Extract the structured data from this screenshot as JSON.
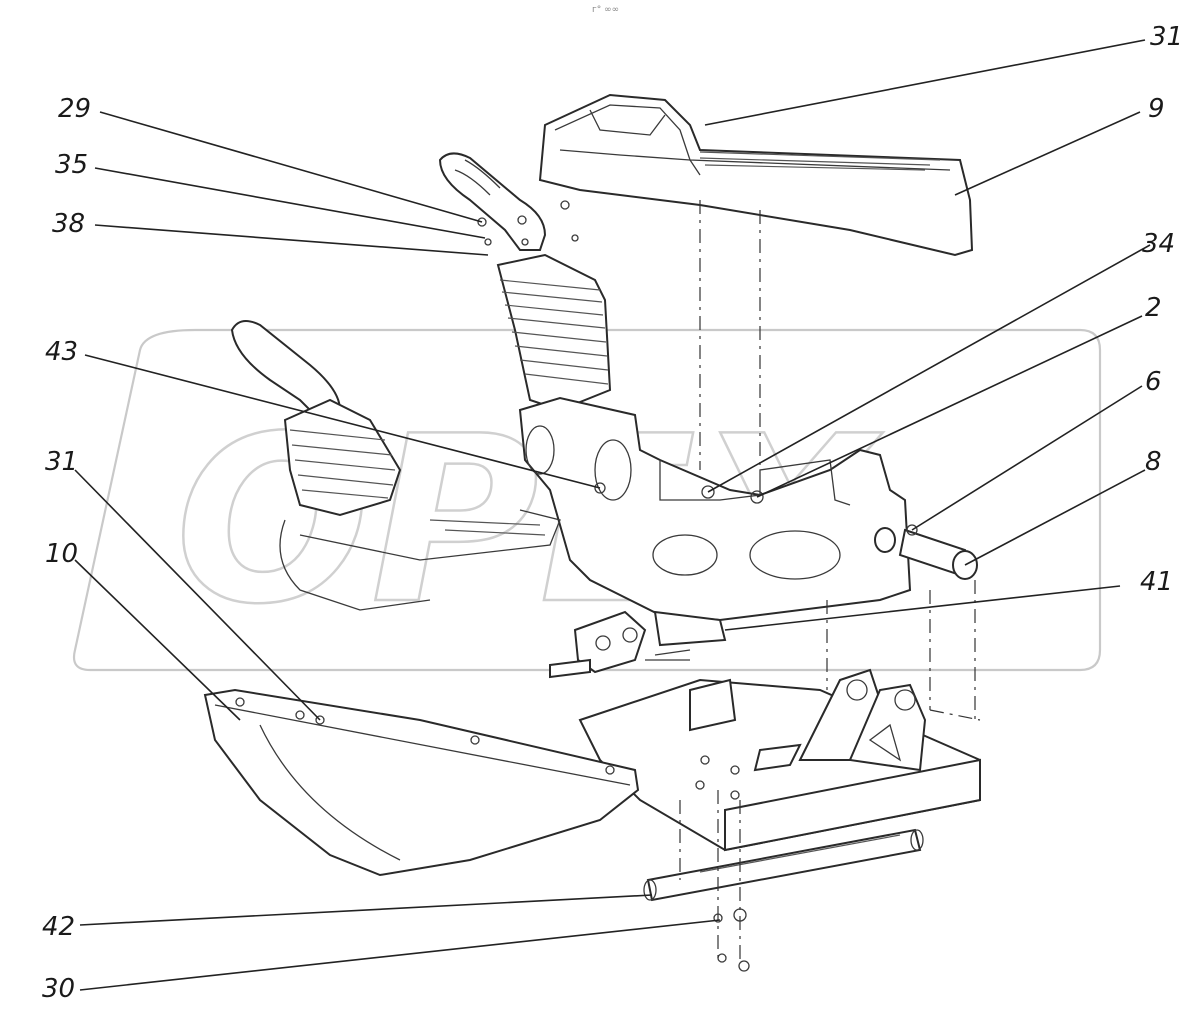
{
  "header_mark": "г° ∞∞",
  "watermark": "ОРЕХ",
  "callouts": [
    {
      "id": "31a",
      "label": "31"
    },
    {
      "id": "9",
      "label": "9"
    },
    {
      "id": "29",
      "label": "29"
    },
    {
      "id": "35",
      "label": "35"
    },
    {
      "id": "38",
      "label": "38"
    },
    {
      "id": "34",
      "label": "34"
    },
    {
      "id": "2",
      "label": "2"
    },
    {
      "id": "43",
      "label": "43"
    },
    {
      "id": "6",
      "label": "6"
    },
    {
      "id": "31b",
      "label": "31"
    },
    {
      "id": "8",
      "label": "8"
    },
    {
      "id": "41",
      "label": "41"
    },
    {
      "id": "10",
      "label": "10"
    },
    {
      "id": "42",
      "label": "42"
    },
    {
      "id": "30",
      "label": "30"
    }
  ]
}
